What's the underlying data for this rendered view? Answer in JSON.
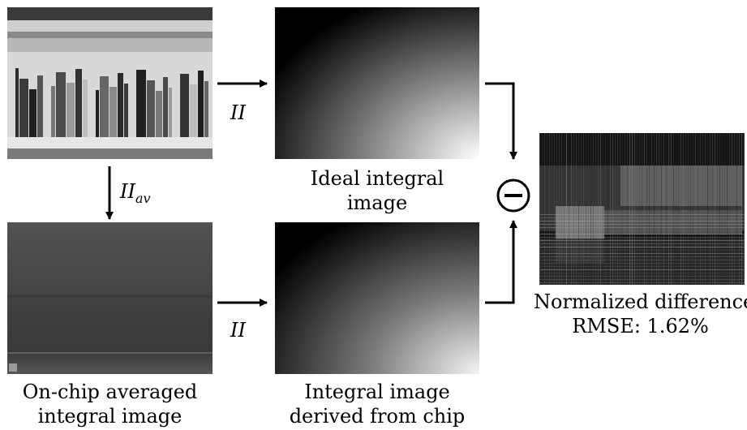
{
  "panels": {
    "source": {
      "caption": []
    },
    "ideal": {
      "caption": [
        "Ideal integral",
        "image"
      ]
    },
    "onchip": {
      "caption": [
        "On-chip averaged",
        "integral image"
      ]
    },
    "derived": {
      "caption": [
        "Integral image",
        "derived from chip"
      ]
    },
    "difference": {
      "caption": [
        "Normalized difference",
        "RMSE: 1.62%"
      ]
    }
  },
  "operators": {
    "top_arrow": {
      "base": "II",
      "sub": ""
    },
    "bottom_arrow": {
      "base": "II",
      "sub": ""
    },
    "down_arrow": {
      "base": "II",
      "sub": "av"
    },
    "subtract_symbol": "minus-in-circle-icon"
  },
  "colors": {
    "line": "#000000",
    "background": "#ffffff"
  }
}
